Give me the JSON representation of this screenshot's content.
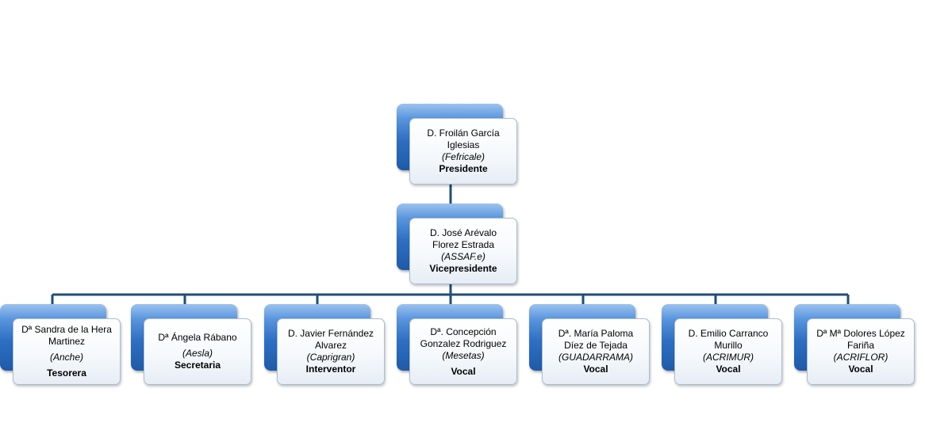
{
  "colors": {
    "box_blue": "#2e6fc4",
    "connector": "#1f4e79"
  },
  "nodes": {
    "president": {
      "name_lines": [
        "D. Froilán García",
        "Iglesias"
      ],
      "org": "(Fefricale)",
      "role": "Presidente"
    },
    "vicepresident": {
      "name_lines": [
        "D. José Arévalo",
        "Florez Estrada"
      ],
      "org": "(ASSAF.e)",
      "role": "Vicepresidente"
    },
    "tesorera": {
      "name_lines": [
        "Dª Sandra de la Hera",
        "Martinez"
      ],
      "org": "(Anche)",
      "role": "Tesorera"
    },
    "secretaria": {
      "name_lines": [
        "Dª Ángela Rábano"
      ],
      "org": "(Aesla)",
      "role": "Secretaria"
    },
    "interventor": {
      "name_lines": [
        "D.  Javier Fernández",
        "Alvarez"
      ],
      "org": "(Caprigran)",
      "role": "Interventor"
    },
    "vocal_1": {
      "name_lines": [
        "Dª. Concepción",
        "Gonzalez Rodriguez"
      ],
      "org": "(Mesetas)",
      "role": "Vocal"
    },
    "vocal_2": {
      "name_lines": [
        "Dª. María Paloma",
        "Díez de Tejada"
      ],
      "org": "(GUADARRAMA)",
      "role": "Vocal"
    },
    "vocal_3": {
      "name_lines": [
        "D. Emilio Carranco",
        "Murillo"
      ],
      "org": "(ACRIMUR)",
      "role": "Vocal"
    },
    "vocal_4": {
      "name_lines": [
        "Dª Mª Dolores López",
        "Fariña"
      ],
      "org": "(ACRIFLOR)",
      "role": "Vocal"
    }
  }
}
